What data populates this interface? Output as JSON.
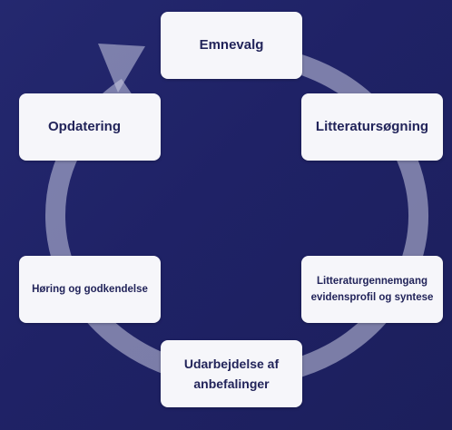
{
  "diagram": {
    "type": "cycle",
    "direction": "clockwise",
    "colors": {
      "background": "#1f2266",
      "ring": "#c9cbe2",
      "box": "#f6f6fa",
      "text": "#22245a"
    },
    "steps": [
      {
        "label": "Emnevalg"
      },
      {
        "label": "Litteratursøgning"
      },
      {
        "label": "Litteraturgennemgang evidensprofil og syntese"
      },
      {
        "label": "Udarbejdelse af anbefalinger"
      },
      {
        "label": "Høring og godkendelse"
      },
      {
        "label": "Opdatering"
      }
    ]
  }
}
